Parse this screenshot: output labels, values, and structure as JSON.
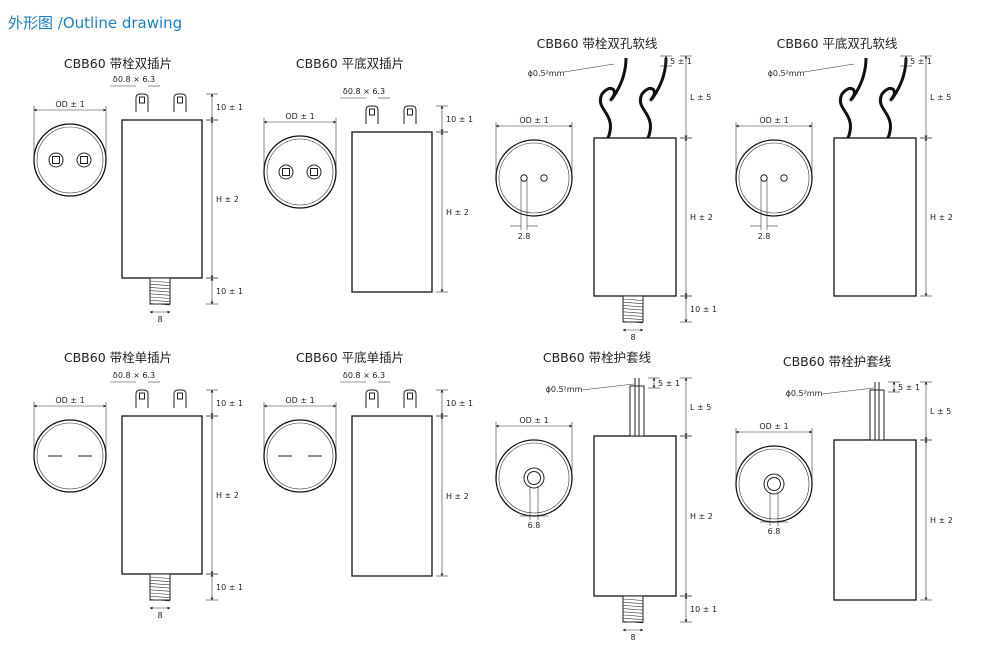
{
  "title": "外形图 /Outline drawing",
  "colors": {
    "title": "#1a7fc4",
    "line": "#222222"
  },
  "labels": {
    "od": "OD ± 1",
    "h": "H ± 2",
    "l": "L ± 5",
    "d10": "10 ± 1",
    "d5": "5 ± 1",
    "thread": "8",
    "terminal": "δ0.8 × 6.3",
    "wire": "ϕ0.5²mm",
    "hole": "2.8",
    "sleeve": "6.8"
  },
  "panels": [
    {
      "id": "p1",
      "title": "CBB60 带栓双插片",
      "variant": "bolt-double-tab"
    },
    {
      "id": "p2",
      "title": "CBB60 平底双插片",
      "variant": "flat-double-tab"
    },
    {
      "id": "p3",
      "title": "CBB60 带栓双孔软线",
      "variant": "bolt-double-wire"
    },
    {
      "id": "p4",
      "title": "CBB60 平底双孔软线",
      "variant": "flat-double-wire"
    },
    {
      "id": "p5",
      "title": "CBB60 带栓单插片",
      "variant": "bolt-single-tab"
    },
    {
      "id": "p6",
      "title": "CBB60 平底单插片",
      "variant": "flat-single-tab"
    },
    {
      "id": "p7",
      "title": "CBB60 带栓护套线",
      "variant": "bolt-sheathed-wire"
    },
    {
      "id": "p8",
      "title": "CBB60 带栓护套线",
      "variant": "flat-sheathed-wire"
    }
  ]
}
